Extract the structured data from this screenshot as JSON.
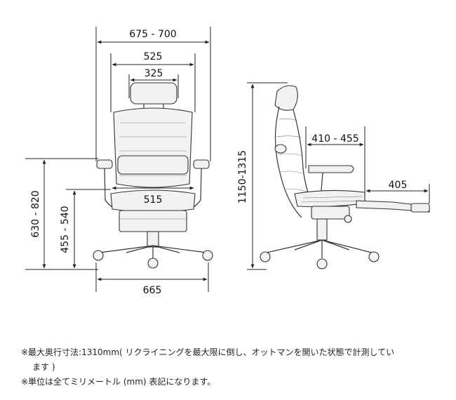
{
  "front_view": {
    "dim_total_width": "675 - 700",
    "dim_back_width": "525",
    "dim_headrest_width": "325",
    "dim_seat_width": "515",
    "dim_base_width": "665",
    "dim_armrest_height": "630 - 820",
    "dim_seat_height": "455 - 540"
  },
  "side_view": {
    "dim_total_height": "1150-1315",
    "dim_seat_depth": "410 - 455",
    "dim_ottoman_length": "405"
  },
  "notes": {
    "note1_line1": "※最大奥行寸法:1310mm( リクライニングを最大限に倒し、オットマンを開いた状態で計測してい",
    "note1_line2": "ます )",
    "note2": "※単位は全てミリメートル (mm) 表記になります。"
  }
}
